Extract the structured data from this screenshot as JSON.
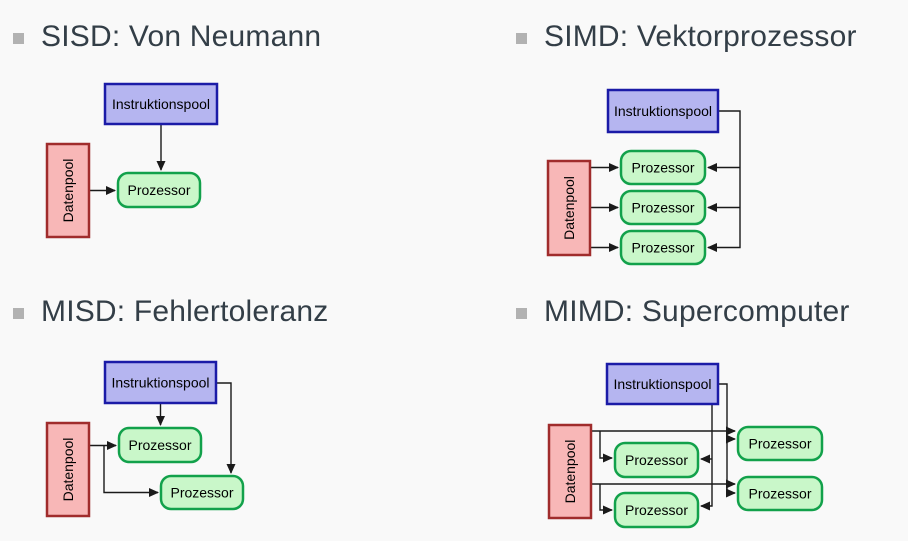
{
  "colors": {
    "background": "#f9f9f9",
    "title_text": "#333e47",
    "bullet": "#b2b2b2",
    "instruction_fill": "#b5b5f0",
    "instruction_border": "#1b1ba7",
    "data_fill": "#f8b7b7",
    "data_border": "#a02c2c",
    "processor_fill": "#c9f7c9",
    "processor_border": "#12a14b",
    "wire": "#1a1a1a",
    "label_text": "#000000"
  },
  "sections": [
    {
      "id": "sisd",
      "title": "SISD: Von Neumann",
      "diagram": {
        "instruction_pool": "Instruktionspool",
        "data_pool": "Datenpool",
        "processors": [
          "Prozessor"
        ]
      }
    },
    {
      "id": "simd",
      "title": "SIMD: Vektorprozessor",
      "diagram": {
        "instruction_pool": "Instruktionspool",
        "data_pool": "Datenpool",
        "processors": [
          "Prozessor",
          "Prozessor",
          "Prozessor"
        ]
      }
    },
    {
      "id": "misd",
      "title": "MISD: Fehlertoleranz",
      "diagram": {
        "instruction_pool": "Instruktionspool",
        "data_pool": "Datenpool",
        "processors": [
          "Prozessor",
          "Prozessor"
        ]
      }
    },
    {
      "id": "mimd",
      "title": "MIMD: Supercomputer",
      "diagram": {
        "instruction_pool": "Instruktionspool",
        "data_pool": "Datenpool",
        "processors": [
          "Prozessor",
          "Prozessor",
          "Prozessor",
          "Prozessor"
        ]
      }
    }
  ]
}
